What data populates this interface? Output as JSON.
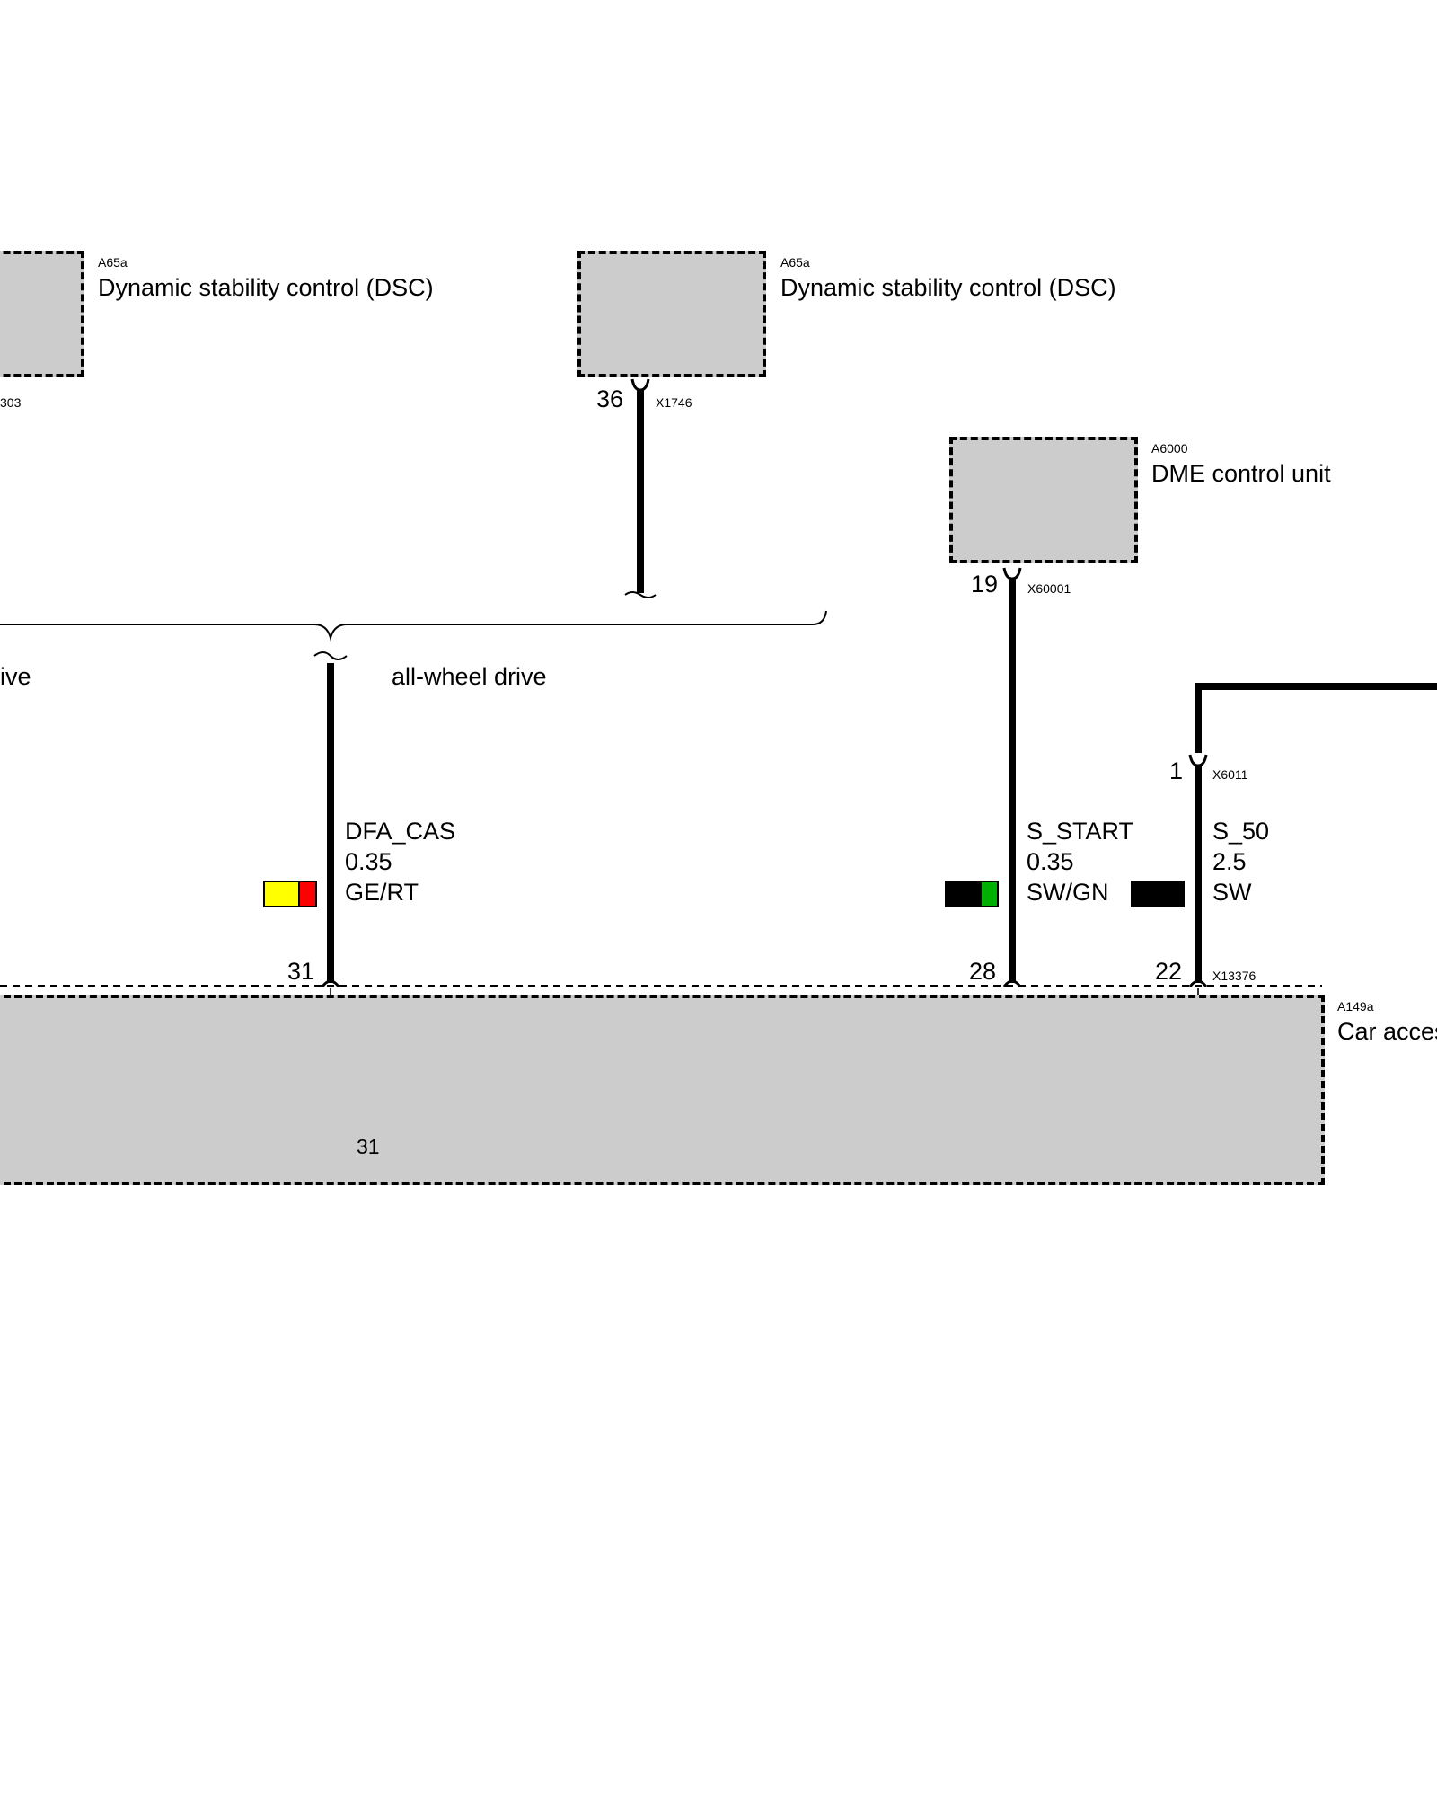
{
  "components": {
    "dsc_left": {
      "code": "A65a",
      "name": "Dynamic stability control (DSC)",
      "connector_partial": "303"
    },
    "dsc_right": {
      "code": "A65a",
      "name": "Dynamic stability control (DSC)",
      "pin": "36",
      "connector": "X1746"
    },
    "dme": {
      "code": "A6000",
      "name": "DME control unit",
      "pin": "19",
      "connector": "X60001"
    },
    "relay_conn": {
      "pin": "1",
      "connector": "X6011"
    },
    "cas": {
      "code": "A149a",
      "name_visible": "Car acces",
      "connector": "X13376"
    }
  },
  "variants": {
    "left_partial": "ive",
    "right": "all-wheel drive"
  },
  "wires": [
    {
      "signal": "DFA_CAS",
      "cross_section": "0.35",
      "color_code": "GE/RT",
      "pin": "31",
      "colors": [
        "#ffff00",
        "#ff0000"
      ]
    },
    {
      "signal": "S_START",
      "cross_section": "0.35",
      "color_code": "SW/GN",
      "pin": "28",
      "colors": [
        "#000000",
        "#00b000"
      ]
    },
    {
      "signal": "S_50",
      "cross_section": "2.5",
      "color_code": "SW",
      "pin": "22",
      "colors": [
        "#000000",
        "#000000"
      ]
    }
  ],
  "internal": {
    "ground_label": "31"
  },
  "colors": {
    "box_fill": "#cccccc",
    "line": "#000000",
    "internal_line": "#333333"
  }
}
